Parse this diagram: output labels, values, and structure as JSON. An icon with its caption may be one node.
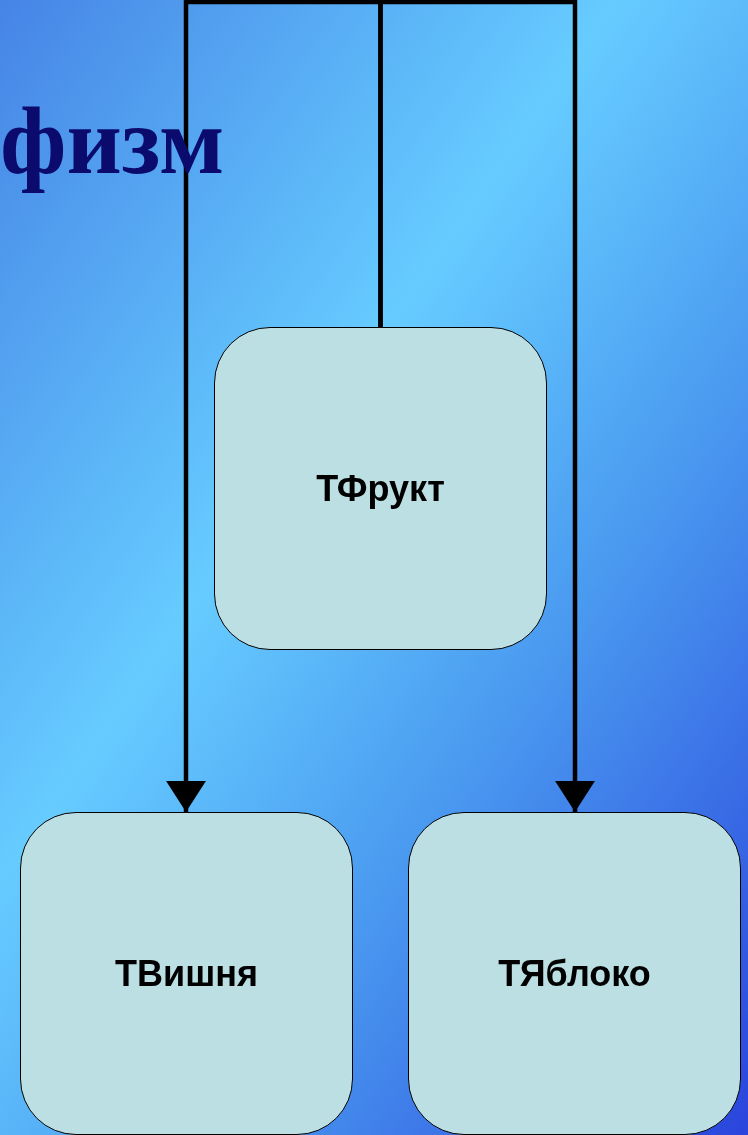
{
  "diagram": {
    "title": "физм",
    "nodes": [
      {
        "text": [
          "ТФрукт"
        ]
      },
      {
        "text": [
          "ТВишня"
        ]
      },
      {
        "text": [
          "ТЯблоко"
        ]
      }
    ],
    "edges": [
      {
        "from": 0,
        "to": 1,
        "arrow": "to"
      },
      {
        "from": 0,
        "to": 2,
        "arrow": "to"
      }
    ]
  }
}
